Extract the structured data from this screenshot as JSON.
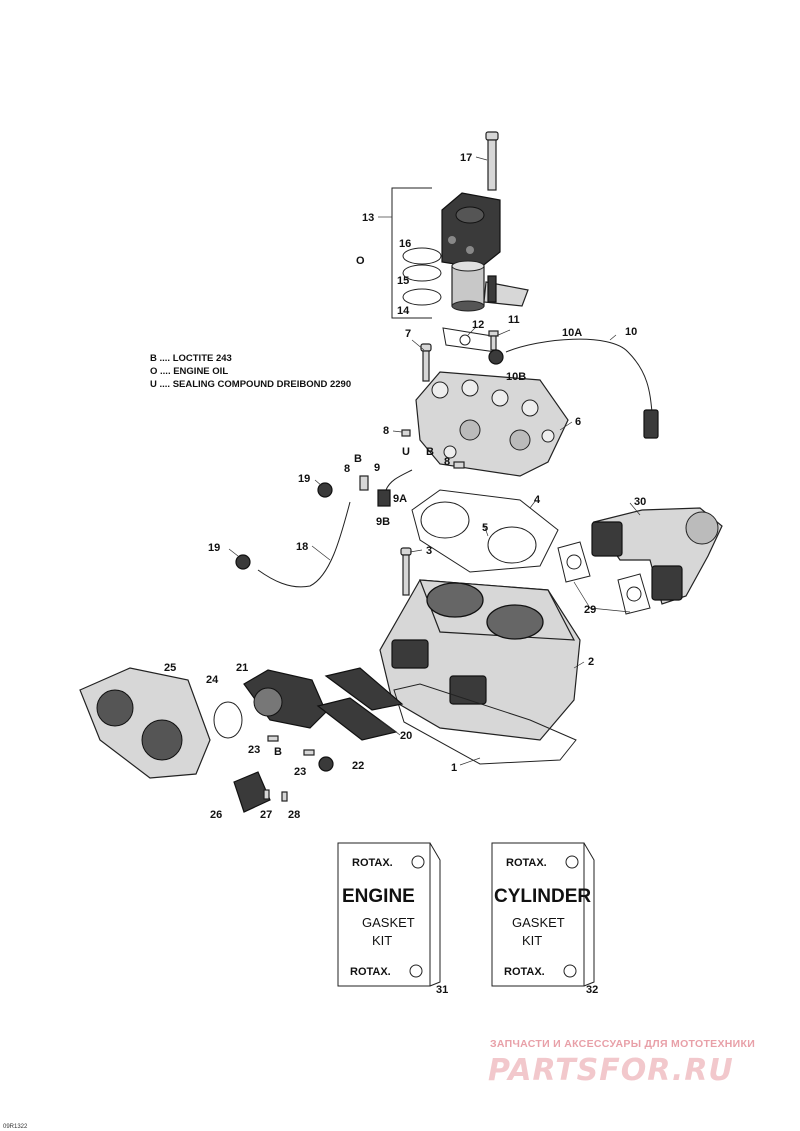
{
  "legend": [
    "B .... LOCTITE 243",
    "O .... ENGINE OIL",
    "U .... SEALING COMPOUND DREIBOND 2290"
  ],
  "callouts": {
    "c1": "1",
    "c2": "2",
    "c3": "3",
    "c4": "4",
    "c5": "5",
    "c6": "6",
    "c7": "7",
    "c8a": "8",
    "c8b": "8",
    "c8c": "8",
    "c9": "9",
    "c9a": "9A",
    "c9b": "9B",
    "c10": "10",
    "c10a": "10A",
    "c10b": "10B",
    "c11": "11",
    "c12": "12",
    "c13": "13",
    "c14": "14",
    "c15": "15",
    "c16": "16",
    "c17": "17",
    "c18": "18",
    "c19a": "19",
    "c19b": "19",
    "c20": "20",
    "c21": "21",
    "c22": "22",
    "c23a": "23",
    "c23b": "23",
    "c24": "24",
    "c25": "25",
    "c26": "26",
    "c27": "27",
    "c28": "28",
    "c29": "29",
    "c30": "30",
    "c31": "31",
    "c32": "32"
  },
  "markers": {
    "o": "O",
    "u": "U",
    "b1": "B",
    "b2": "B",
    "b3": "B"
  },
  "kits": [
    {
      "brand_top": "ROTAX.",
      "title": "ENGINE",
      "line1": "GASKET",
      "line2": "KIT",
      "brand_bottom": "ROTAX."
    },
    {
      "brand_top": "ROTAX.",
      "title": "CYLINDER",
      "line1": "GASKET",
      "line2": "KIT",
      "brand_bottom": "ROTAX."
    }
  ],
  "ref_code": "09R1322",
  "watermark": {
    "tagline": "ЗАПЧАСТИ И АКСЕССУАРЫ ДЛЯ МОТОТЕХНИКИ",
    "logo": "PARTSFOR.RU"
  }
}
